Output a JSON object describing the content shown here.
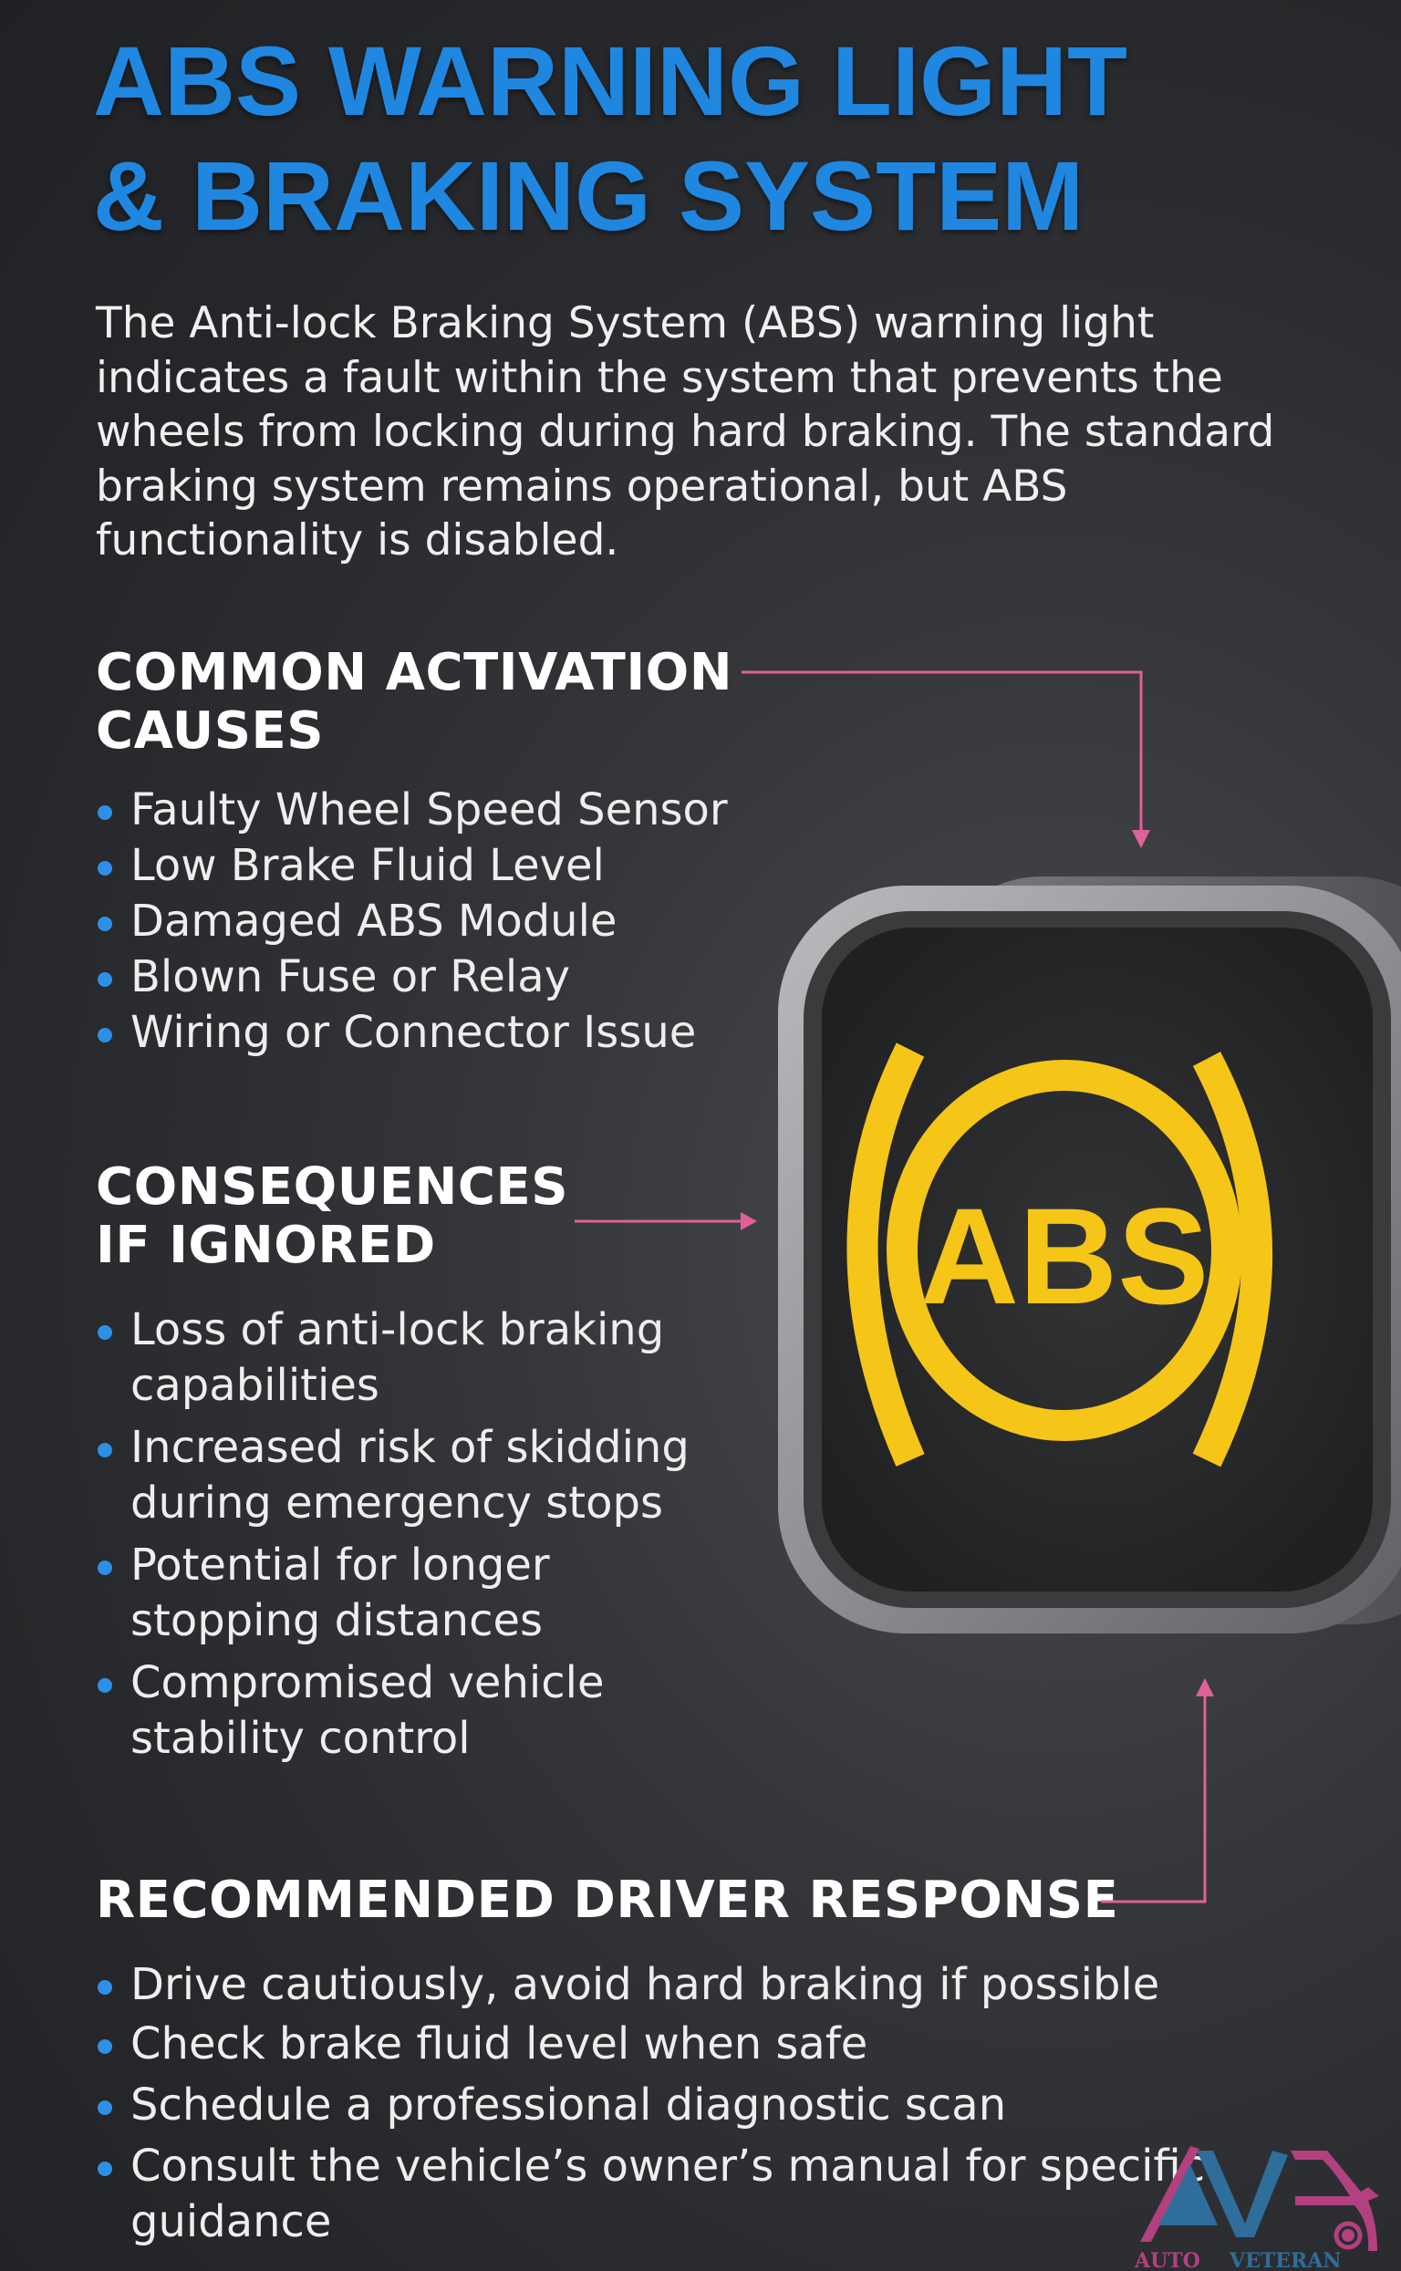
{
  "title": {
    "line1": "ABS WARNING LIGHT",
    "line2": "& BRAKING SYSTEM"
  },
  "intro": "The Anti-lock Braking System (ABS) warning light indicates a fault within the system that prevents the wheels from locking during hard braking. The standard braking system remains operational, but ABS functionality is disabled.",
  "sections": [
    {
      "heading_line1": "COMMON ACTIVATION",
      "heading_line2": "CAUSES",
      "items": [
        "Faulty Wheel Speed Sensor",
        "Low Brake Fluid Level",
        "Damaged ABS Module",
        "Blown Fuse or Relay",
        "Wiring or Connector Issue"
      ]
    },
    {
      "heading_line1": "CONSEQUENCES",
      "heading_line2": "IF IGNORED",
      "items": [
        "Loss of anti-lock braking capabilities",
        "Increased risk of skidding during emergency stops",
        "Potential for longer stopping distances",
        "Compromised vehicle stability control"
      ]
    },
    {
      "heading_line1": "RECOMMENDED DRIVER RESPONSE",
      "items": [
        "Drive cautiously, avoid hard braking if possible",
        "Check brake fluid level when safe",
        "Schedule a professional diagnostic scan",
        "Consult the vehicle’s owner’s manual for specific guidance"
      ]
    }
  ],
  "icon": {
    "label": "ABS",
    "name": "abs-warning-light-icon",
    "color": "#f5c518"
  },
  "logo": {
    "text1": "AUTO",
    "text2": "VETERAN"
  },
  "colors": {
    "title": "#1f87e0",
    "bullet": "#2e8fe6",
    "arrow": "#e0609a",
    "icon": "#f5c518"
  }
}
